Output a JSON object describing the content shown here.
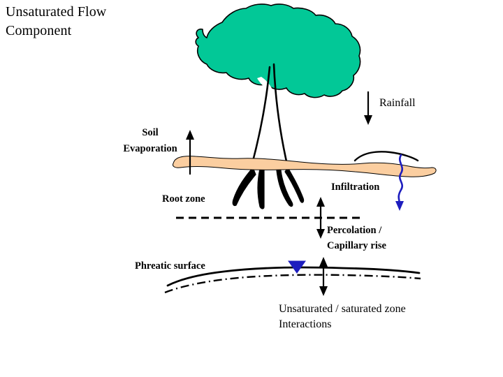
{
  "title": {
    "line1": "Unsaturated Flow",
    "line2": "Component"
  },
  "labels": {
    "rainfall": "Rainfall",
    "soil_evaporation_line1": "Soil",
    "soil_evaporation_line2": "Evaporation",
    "root_zone": "Root zone",
    "infiltration": "Infiltration",
    "percolation_line1": "Percolation /",
    "percolation_line2": "Capillary rise",
    "phreatic_surface": "Phreatic surface",
    "unsat_sat_line1": "Unsaturated / saturated zone",
    "unsat_sat_line2": "Interactions"
  },
  "colors": {
    "canopy_green": "#02c897",
    "soil_peach": "#fbcea0",
    "water_blue": "#1d1dbe",
    "ink_black": "#000000",
    "background": "#ffffff"
  },
  "icons": {
    "rainfall_arrow": "arrow-down-icon",
    "evaporation_arrow": "arrow-up-icon",
    "infiltration_arrow": "wavy-arrow-down-icon",
    "percolation_arrow": "double-headed-vertical-arrow-icon",
    "interaction_arrow": "double-headed-vertical-arrow-icon",
    "water_table_marker": "water-table-triangle-icon",
    "canopy": "tree-canopy-icon",
    "trunk": "tree-trunk-icon",
    "roots": "tree-roots-icon",
    "soil_band": "soil-layer-icon",
    "root_zone_boundary": "dashed-boundary-line-icon",
    "phreatic_solid": "phreatic-surface-curve-icon",
    "phreatic_dashdot": "bedrock-dashdot-curve-icon"
  }
}
